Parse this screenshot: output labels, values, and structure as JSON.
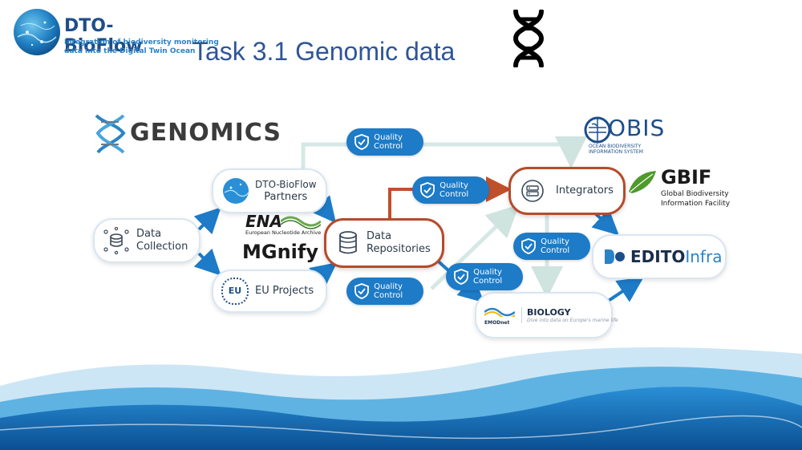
{
  "header": {
    "logo_name": "DTO-BioFlow",
    "logo_tagline_1": "Integration of biodiversity monitoring",
    "logo_tagline_2": "data into the Digital Twin Ocean",
    "title": "Task 3.1 Genomic data"
  },
  "diagram": {
    "genomics_label": "GENOMICS",
    "nodes": {
      "data_collection": [
        "Data",
        "Collection"
      ],
      "partners": [
        "DTO-BioFlow",
        "Partners"
      ],
      "eu_projects": "EU Projects",
      "eu_badge": "EU",
      "data_repositories": [
        "Data",
        "Repositories"
      ],
      "integrators": "Integrators",
      "biology": "BIOLOGY",
      "biology_sub": "Dive into data on Europe's marine life",
      "emodnet": "EMODnet",
      "edito": "EDITO",
      "edito_infra": "Infra"
    },
    "quality_control": [
      "Quality",
      "Control"
    ],
    "logos": {
      "ena": "ENA",
      "ena_sub": "European Nucleotide Archive",
      "mgnify": "MGnify",
      "obis": "OBIS",
      "obis_sub_1": "OCEAN BIODIVERSITY",
      "obis_sub_2": "INFORMATION SYSTEM",
      "gbif": "GBIF",
      "gbif_sub_1": "Global Biodiversity",
      "gbif_sub_2": "Information Facility"
    },
    "colors": {
      "accent_blue": "#1d7bc7",
      "highlight_red": "#b64b2a",
      "title_blue": "#2f5597",
      "connector_light": "#d6e8e6"
    }
  }
}
